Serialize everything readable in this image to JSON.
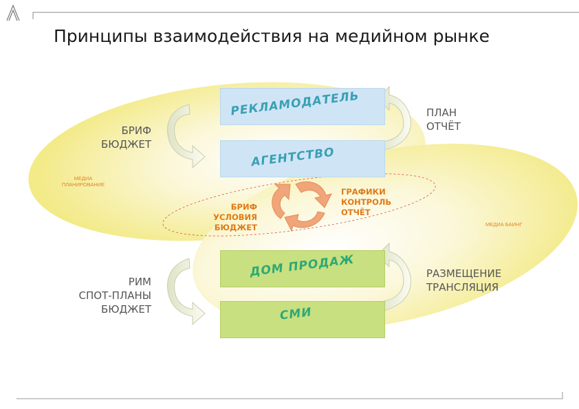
{
  "logo_text": "A",
  "title": "Принципы взаимодействия на медийном рынке",
  "boxes": {
    "advertiser": "РЕКЛАМОДАТЕЛЬ",
    "agency": "АГЕНТСТВО",
    "sales_house": "ДОМ ПРОДАЖ",
    "media": "СМИ"
  },
  "left_labels": {
    "top": [
      "БРИФ",
      "БЮДЖЕТ"
    ],
    "bottom": [
      "РИМ",
      "СПОТ-ПЛАНЫ",
      "БЮДЖЕТ"
    ],
    "media_planning": [
      "МЕДИА",
      "ПЛАНИРОВАНИЕ"
    ]
  },
  "right_labels": {
    "top": [
      "ПЛАН",
      "ОТЧЁТ"
    ],
    "bottom": [
      "РАЗМЕЩЕНИЕ",
      "ТРАНСЛЯЦИЯ"
    ],
    "media_buying": "МЕДИА БАИНГ"
  },
  "center": {
    "left": [
      "БРИФ",
      "УСЛОВИЯ",
      "БЮДЖЕТ"
    ],
    "right": [
      "ГРАФИКИ",
      "КОНТРОЛЬ",
      "ОТЧЁТ"
    ]
  },
  "colors": {
    "ellipse_yellow": "#f6f0a2",
    "box_blue": "#cfe5f6",
    "box_green": "#c8e07f",
    "orange": "#e0852a",
    "arrow_fill": "#f1f3e2"
  }
}
